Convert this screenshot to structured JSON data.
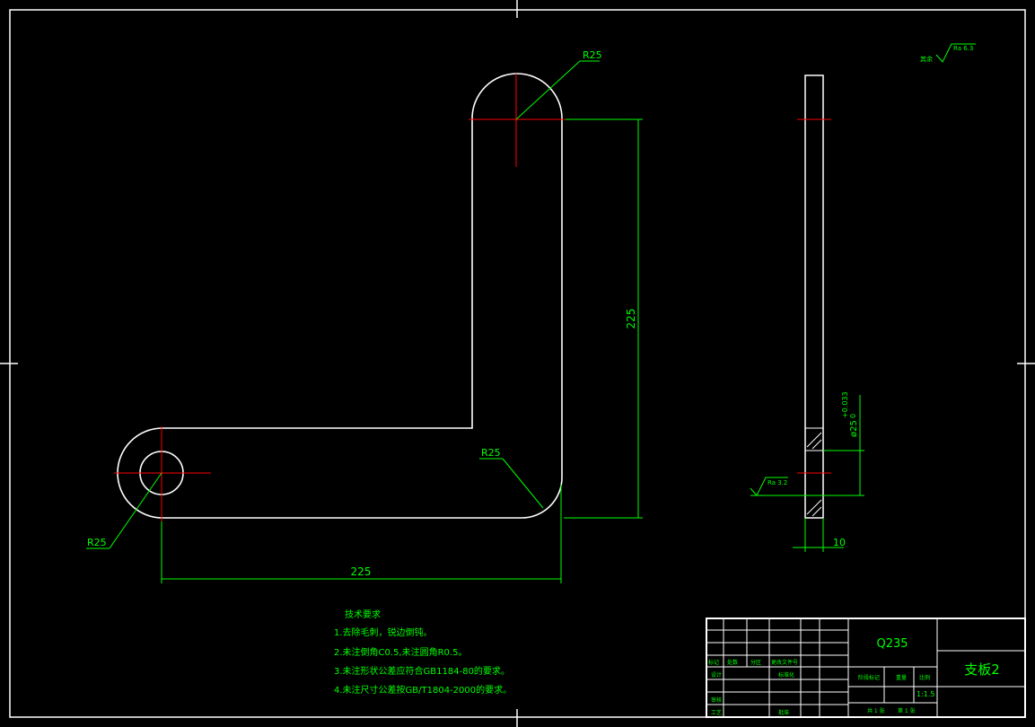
{
  "drawing": {
    "material": "Q235",
    "part_name": "支板2",
    "scale": "1:1.5",
    "surface_finish_general": "Ra 6.3",
    "surface_finish_general_prefix": "其余",
    "surface_finish_hole": "Ra 3.2"
  },
  "dimensions": {
    "radius_top": "R25",
    "radius_inner_corner": "R25",
    "radius_left": "R25",
    "horizontal_length": "225",
    "vertical_length": "225",
    "hole_diameter": "ø25",
    "hole_tolerance_upper": "+0.033",
    "hole_tolerance_lower": "0",
    "thickness": "10"
  },
  "technical_requirements": {
    "heading": "技术要求",
    "items": [
      "1.去除毛刺，锐边倒钝。",
      "2.未注倒角C0.5,未注圆角R0.5。",
      "3.未注形状公差应符合GB1184-80的要求。",
      "4.未注尺寸公差按GB/T1804-2000的要求。"
    ]
  },
  "title_block": {
    "row_labels": [
      "标记",
      "处数",
      "分区",
      "更改文件号"
    ],
    "design": "设计",
    "standardization": "标准化",
    "review": "审核",
    "process": "工艺",
    "approve": "批准",
    "stage_mark": "阶段标记",
    "weight": "重量",
    "scale_label": "比例",
    "sheet_count": "共 1 张",
    "sheet_no": "第 1 张"
  }
}
